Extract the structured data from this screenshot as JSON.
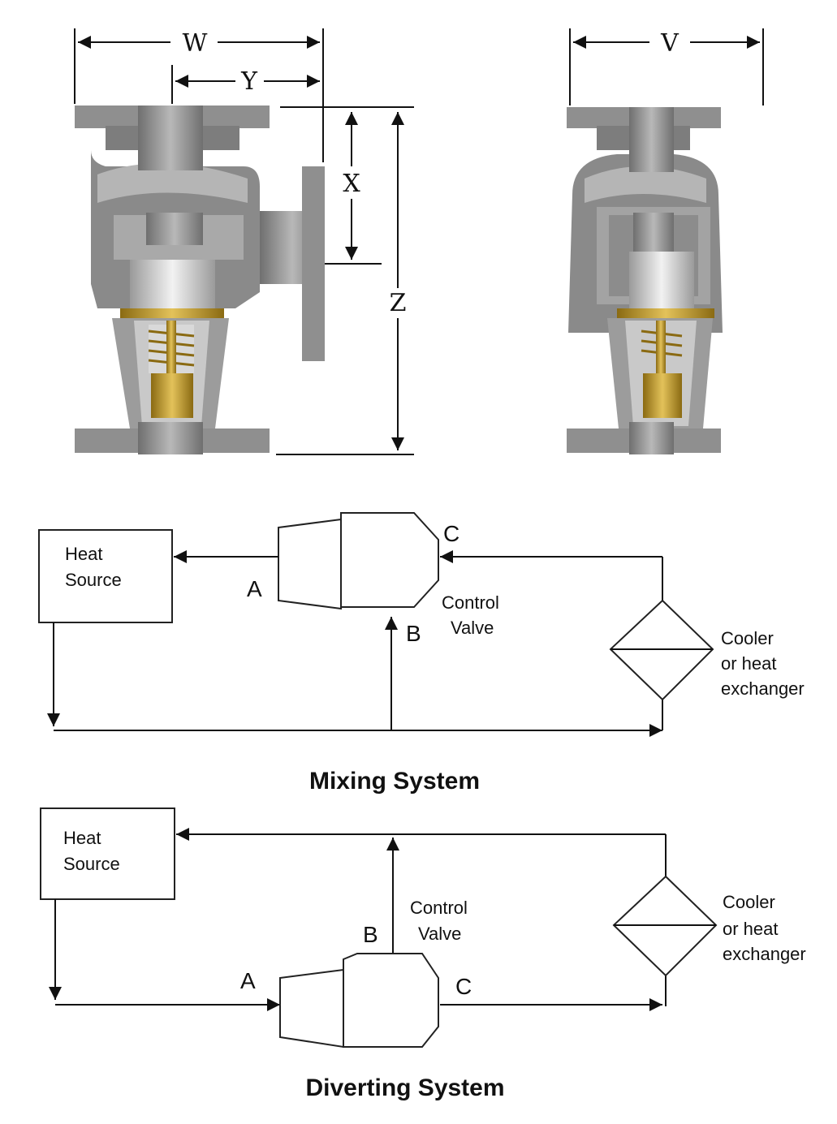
{
  "dimensions": {
    "w": "W",
    "y": "Y",
    "x": "X",
    "z": "Z",
    "v": "V"
  },
  "mixing": {
    "title": "Mixing System",
    "heat_source_line1": "Heat",
    "heat_source_line2": "Source",
    "port_a": "A",
    "port_b": "B",
    "port_c": "C",
    "valve_line1": "Control",
    "valve_line2": "Valve",
    "cooler_line1": "Cooler",
    "cooler_line2": "or heat",
    "cooler_line3": "exchanger"
  },
  "diverting": {
    "title": "Diverting System",
    "heat_source_line1": "Heat",
    "heat_source_line2": "Source",
    "port_a": "A",
    "port_b": "B",
    "port_c": "C",
    "valve_line1": "Control",
    "valve_line2": "Valve",
    "cooler_line1": "Cooler",
    "cooler_line2": "or heat",
    "cooler_line3": "exchanger"
  },
  "colors": {
    "metal": "#8f8f8f",
    "metal_light": "#c4c4c4",
    "brass": "#c9a227",
    "line": "#111111"
  }
}
